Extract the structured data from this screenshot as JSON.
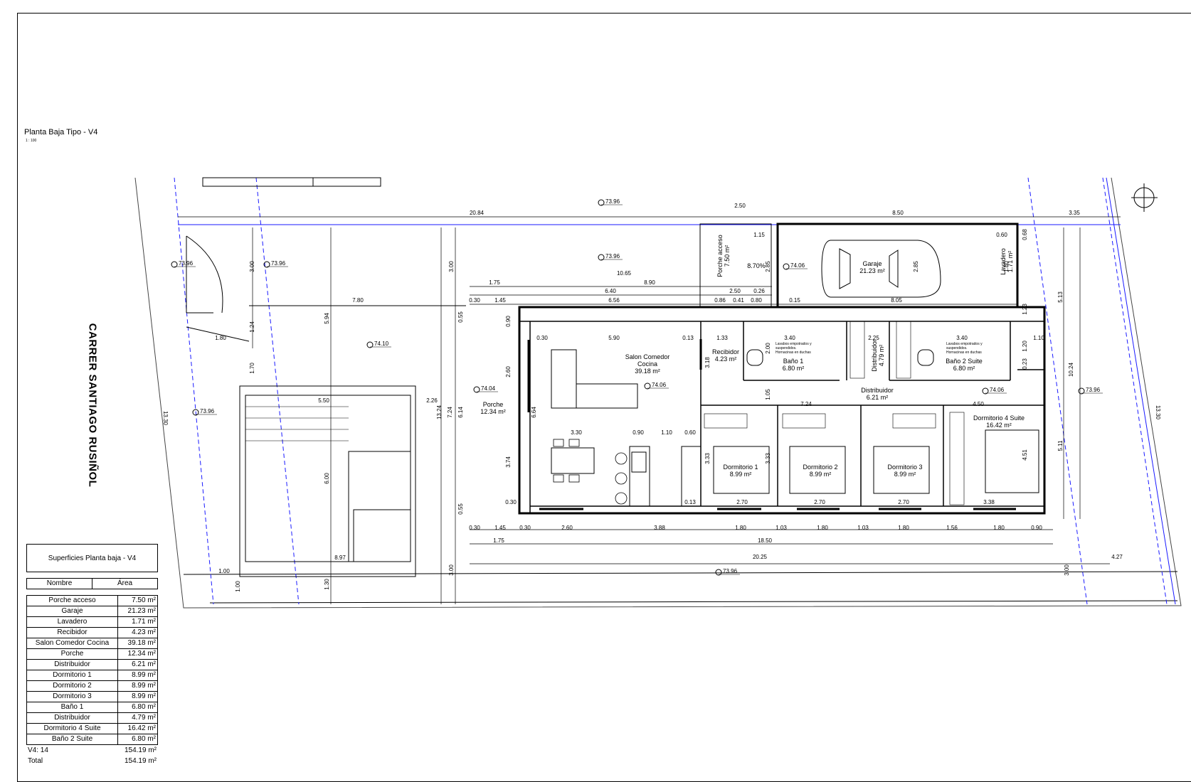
{
  "sheet": {
    "title": "Planta Baja Tipo - V4",
    "scale": "1 : 100",
    "street": "CARRER SANTIAGO RUSIÑOL"
  },
  "rooms": {
    "porche_acceso": {
      "name": "Porche acceso",
      "area": "7.50 m²"
    },
    "garaje": {
      "name": "Garaje",
      "area": "21.23 m²"
    },
    "lavadero": {
      "name": "Lavadero",
      "area": "1.71 m²"
    },
    "recibidor": {
      "name": "Recibidor",
      "area": "4.23 m²"
    },
    "salon": {
      "name": "Salon Comedor",
      "name2": "Cocina",
      "area": "39.18 m²"
    },
    "porche": {
      "name": "Porche",
      "area": "12.34 m²"
    },
    "distribuidor1": {
      "name": "Distribuidor",
      "area": "6.21 m²"
    },
    "dorm1": {
      "name": "Dormitorio 1",
      "area": "8.99 m²"
    },
    "dorm2": {
      "name": "Dormitorio 2",
      "area": "8.99 m²"
    },
    "dorm3": {
      "name": "Dormitorio 3",
      "area": "8.99 m²"
    },
    "bano1": {
      "name": "Baño 1",
      "area": "6.80 m²"
    },
    "distribuidor2": {
      "name": "Distribuidor",
      "area": "4.79 m²"
    },
    "dorm4": {
      "name": "Dormitorio 4 Suite",
      "area": "16.42 m²"
    },
    "bano2": {
      "name": "Baño 2 Suite",
      "area": "6.80 m²"
    }
  },
  "notes": {
    "lavabos_1": "Lavabos empotrados y",
    "lavabos_2": "suspendidos.",
    "lavabos_3": "Hornacinas en duchas",
    "slope": "8.70%"
  },
  "levels": [
    "73.96",
    "73.96",
    "73.96",
    "73.96",
    "74.10",
    "73.96",
    "74.06",
    "74.04",
    "74.06",
    "74.06",
    "73.96",
    "73.96"
  ],
  "dims": {
    "top_20_84": "20.84",
    "top_2_50": "2.50",
    "top_8_50": "8.50",
    "top_3_35": "3.35",
    "d10_65": "10.65",
    "d8_90": "8.90",
    "d1_75": "1.75",
    "d6_40": "6.40",
    "d2_50b": "2.50",
    "d0_26": "0.26",
    "d7_80": "7.80",
    "d6_56": "6.56",
    "d0_86": "0.86",
    "d0_41": "0.41",
    "d0_80": "0.80",
    "d0_15": "0.15",
    "d8_05": "8.05",
    "d0_30a": "0.30",
    "d1_45a": "1.45",
    "d5_90": "5.90",
    "d0_13a": "0.13",
    "d1_33": "1.33",
    "d3_40a": "3.40",
    "d3_40b": "3.40",
    "d2_25": "2.25",
    "d1_10": "1.10",
    "d1_15": "1.15",
    "d0_60": "0.60",
    "d2_85a": "2.85",
    "d2_85b": "2.85",
    "d1_80v": "1.80",
    "d3_00a": "3.00",
    "d3_00b": "3.00",
    "d1_24": "1.24",
    "d1_70": "1.70",
    "d5_94": "5.94",
    "d1_80": "1.80",
    "d5_50": "5.50",
    "d2_26": "2.26",
    "d13_24": "13.24",
    "d7_24v": "7.24",
    "d6_14": "6.14",
    "d6_00": "6.00",
    "d8_97": "8.97",
    "d7_24": "7.24",
    "d4_50": "4.50",
    "d3_30": "3.30",
    "d0_90": "0.90",
    "d1_10b": "1.10",
    "d0_60b": "0.60",
    "d3_74": "3.74",
    "d2_60": "2.60",
    "d6_64": "6.64",
    "d3_18": "3.18",
    "d3_33a": "3.33",
    "d3_33b": "3.33",
    "d2_70a": "2.70",
    "d2_70b": "2.70",
    "d2_70c": "2.70",
    "d3_38": "3.38",
    "d5_13": "5.13",
    "d10_24": "10.24",
    "d5_11": "5.11",
    "d13_30a": "13.30",
    "d13_30b": "13.30",
    "d4_51": "4.51",
    "d1_23": "1.23",
    "d1_20": "1.20",
    "b0_30": "0.30",
    "b1_45": "1.45",
    "b0_30b": "0.30",
    "b2_60": "2.60",
    "b3_88": "3.88",
    "b1_80a": "1.80",
    "b1_03a": "1.03",
    "b1_80b": "1.80",
    "b1_03b": "1.03",
    "b1_80c": "1.80",
    "b1_56": "1.56",
    "b1_80d": "1.80",
    "b0_90": "0.90",
    "b1_75": "1.75",
    "b18_50": "18.50",
    "b20_25": "20.25",
    "b4_27": "4.27",
    "b1_00": "1.00",
    "b1_00v": "1.00",
    "b1_30": "1.30",
    "b3_00": "3.00",
    "b3_00r": "3.00",
    "d0_55a": "0.55",
    "d0_55b": "0.55",
    "d0_90v": "0.90",
    "d0_68": "0.68",
    "d0_30s": "0.30",
    "d0_13s": "0.13",
    "d2_00": "2.00",
    "d1_05": "1.05",
    "d0_23": "0.23",
    "d0_30t": "0.30"
  },
  "schedule": {
    "title": "Superficies Planta baja - V4",
    "col_name": "Nombre",
    "col_area": "Área",
    "rows": [
      {
        "name": "Porche acceso",
        "area": "7.50 m²"
      },
      {
        "name": "Garaje",
        "area": "21.23 m²"
      },
      {
        "name": "Lavadero",
        "area": "1.71 m²"
      },
      {
        "name": "Recibidor",
        "area": "4.23 m²"
      },
      {
        "name": "Salon Comedor Cocina",
        "area": "39.18 m²"
      },
      {
        "name": "Porche",
        "area": "12.34 m²"
      },
      {
        "name": "Distribuidor",
        "area": "6.21 m²"
      },
      {
        "name": "Dormitorio 1",
        "area": "8.99 m²"
      },
      {
        "name": "Dormitorio 2",
        "area": "8.99 m²"
      },
      {
        "name": "Dormitorio 3",
        "area": "8.99 m²"
      },
      {
        "name": "Baño 1",
        "area": "6.80 m²"
      },
      {
        "name": "Distribuidor",
        "area": "4.79 m²"
      },
      {
        "name": "Dormitorio 4 Suite",
        "area": "16.42 m²"
      },
      {
        "name": "Baño 2 Suite",
        "area": "6.80 m²"
      }
    ],
    "subtotal_label": "V4: 14",
    "subtotal_value": "154.19 m²",
    "total_label": "Total",
    "total_value": "154.19 m²"
  }
}
